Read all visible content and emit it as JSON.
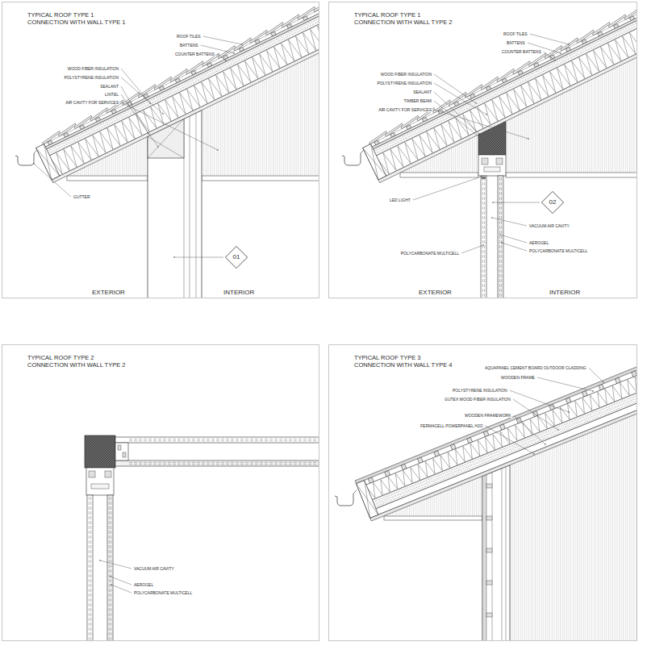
{
  "diagram": {
    "nodes": [
      {
        "text": [
          "TYPICAL ROOF TYPE 1 CONNECTION WITH WALL TYPE 1"
        ]
      },
      {
        "text": [
          "01"
        ],
        "in": 0
      },
      {
        "text": [
          "TYPICAL ROOF TYPE 1 CONNECTION WITH WALL TYPE 2"
        ]
      },
      {
        "text": [
          "02"
        ],
        "in": 2
      },
      {
        "text": [
          "TYPICAL ROOF TYPE 2 CONNECTION WITH WALL TYPE 2"
        ]
      },
      {
        "text": [
          "TYPICAL ROOF TYPE 3 CONNECTION WITH WALL TYPE 4"
        ]
      }
    ],
    "labels": [
      "ROOF TILES",
      "BATTENS",
      "COUNTER BATTENS",
      "WOOD FIBER INSULATION",
      "POLYSTYRENE INSULATION",
      "SEALANT",
      "LINTEL",
      "AIR CAVITY FOR SERVICES",
      "GUTTER",
      "EXTERIOR",
      "INTERIOR",
      "ROOF TILES",
      "BATTENS",
      "COUNTER BATTENS",
      "WOOD FIBER INSULATION",
      "POLYSTYRENE INSULATION",
      "SEALANT",
      "TIMBER BEAM",
      "AIR CAVITY FOR SERVICES",
      "LED LIGHT",
      "VACUUM AIR CAVITY",
      "AEROGEL",
      "POLYCARBONATE MULTICELL",
      "POLYCARBONATE MULTICELL",
      "EXTERIOR",
      "INTERIOR",
      "VACUUM AIR CAVITY",
      "AEROGEL",
      "POLYCARBONATE MULTICELL",
      "AQUAPANEL CEMENT BOARD OUTDOOR CLADDING",
      "WOODEN FRAME",
      "POLYSTYRENE INSULATION",
      "GUTEX WOOD FIBER INSULATION",
      "WOODEN FRAMEWORK",
      "FERMACELL POWERPANEL H2O"
    ]
  }
}
